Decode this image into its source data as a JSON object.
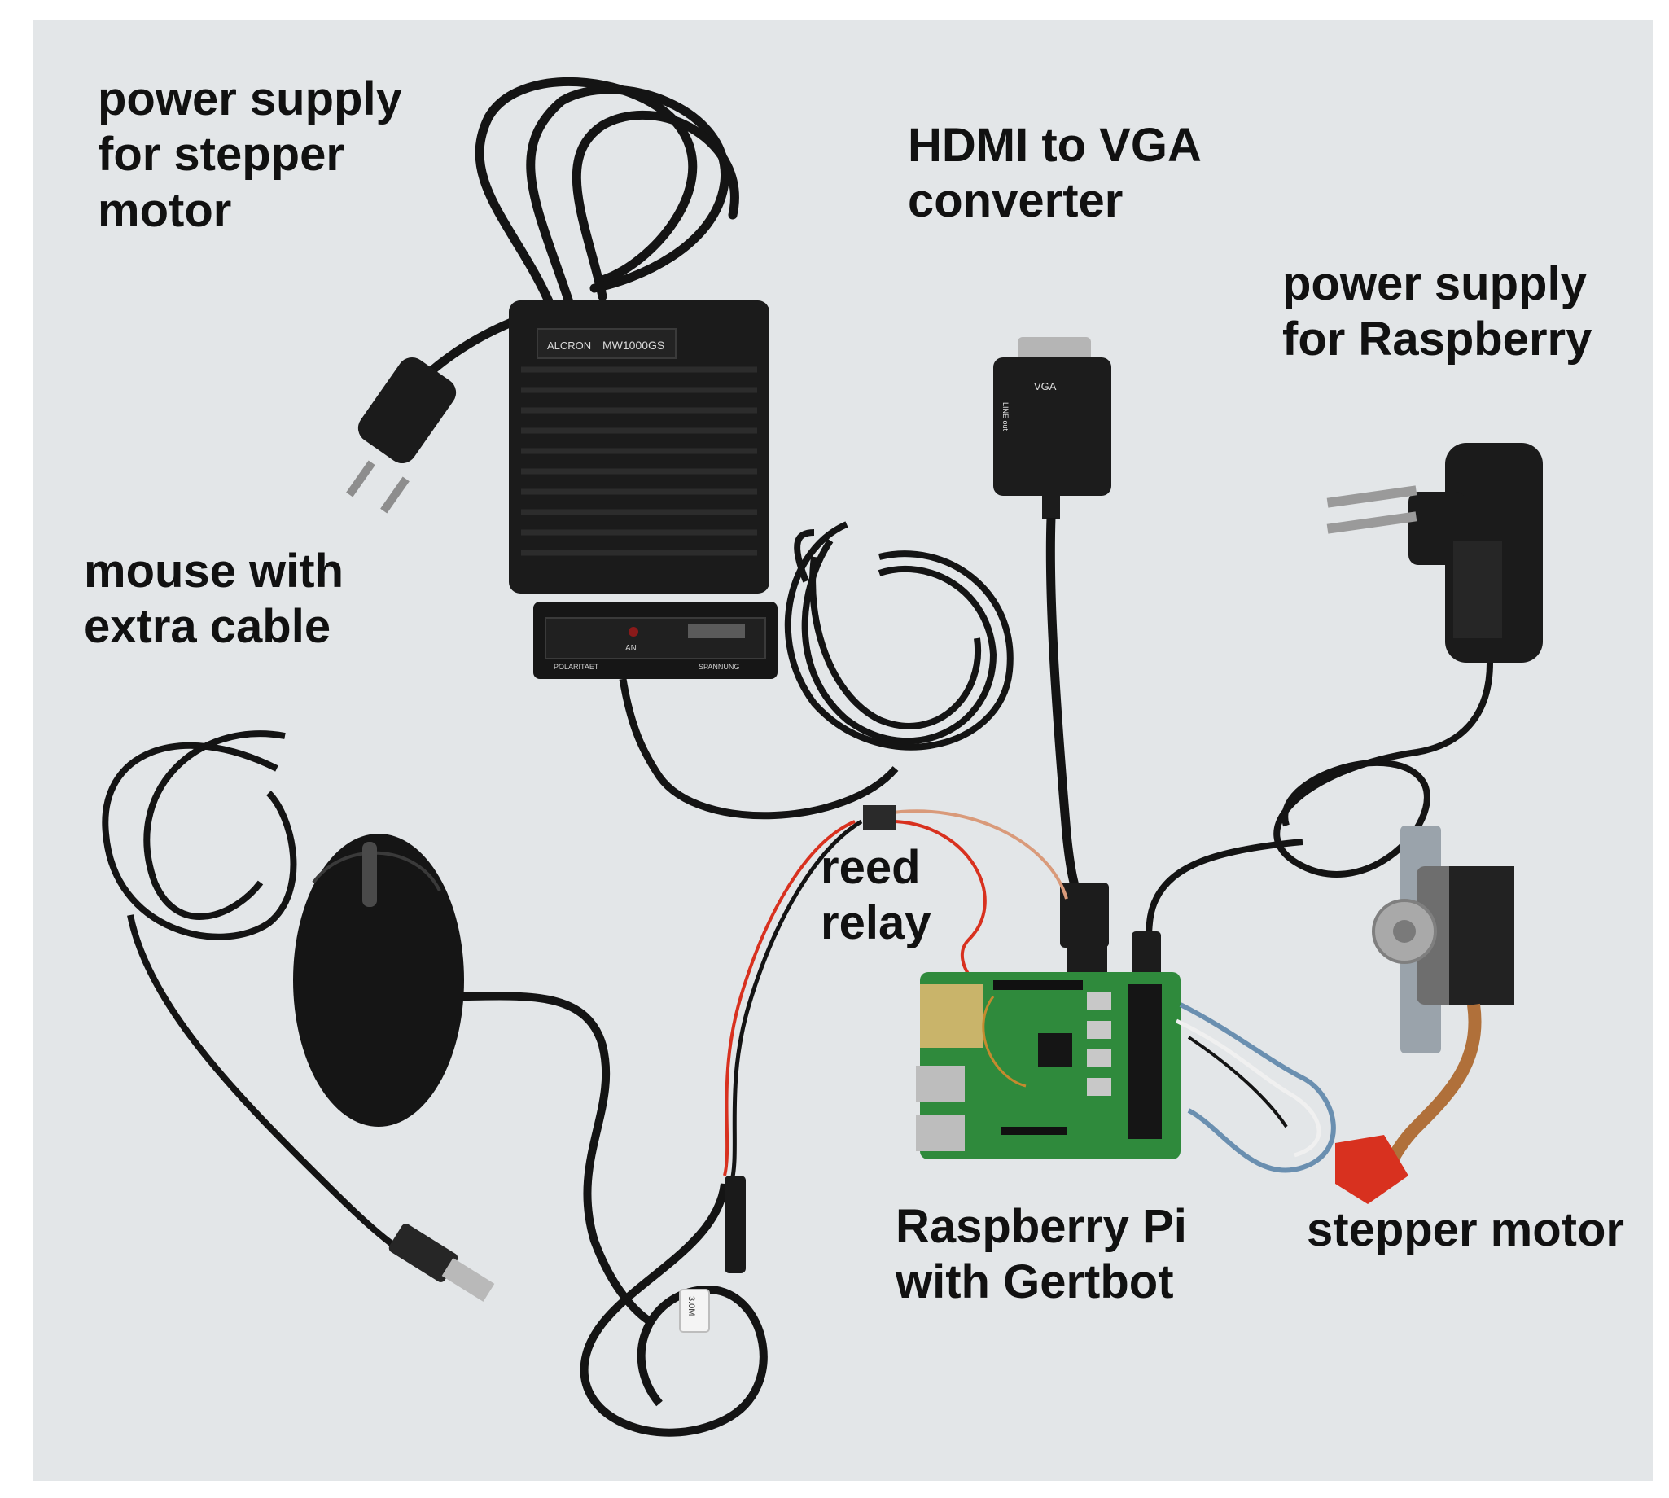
{
  "colors": {
    "background": "#e3e6e8",
    "device_black": "#1b1b1b",
    "cable_black": "#141414",
    "pcb_green": "#2f8a3c",
    "red_wire": "#d8311f",
    "label_text": "#111111"
  },
  "device_markings": {
    "psu_model": "MW1000GS",
    "psu_brand": "ALCRON",
    "psu_led": "AN",
    "psu_polarity": "POLARITAET",
    "psu_voltage": "SPANNUNG",
    "vga_port": "VGA",
    "line_out": "LINE out",
    "cable_tag": "3.0M"
  },
  "labels": {
    "psu_stepper": [
      "power supply",
      "for stepper",
      "motor"
    ],
    "hdmi_vga": [
      "HDMI to VGA",
      "converter"
    ],
    "psu_rpi": [
      "power supply",
      "for Raspberry"
    ],
    "mouse": [
      "mouse with",
      "extra cable"
    ],
    "reed": [
      "reed",
      "relay"
    ],
    "rpi": [
      "Raspberry Pi",
      "with Gertbot"
    ],
    "stepper": [
      "stepper motor"
    ]
  }
}
